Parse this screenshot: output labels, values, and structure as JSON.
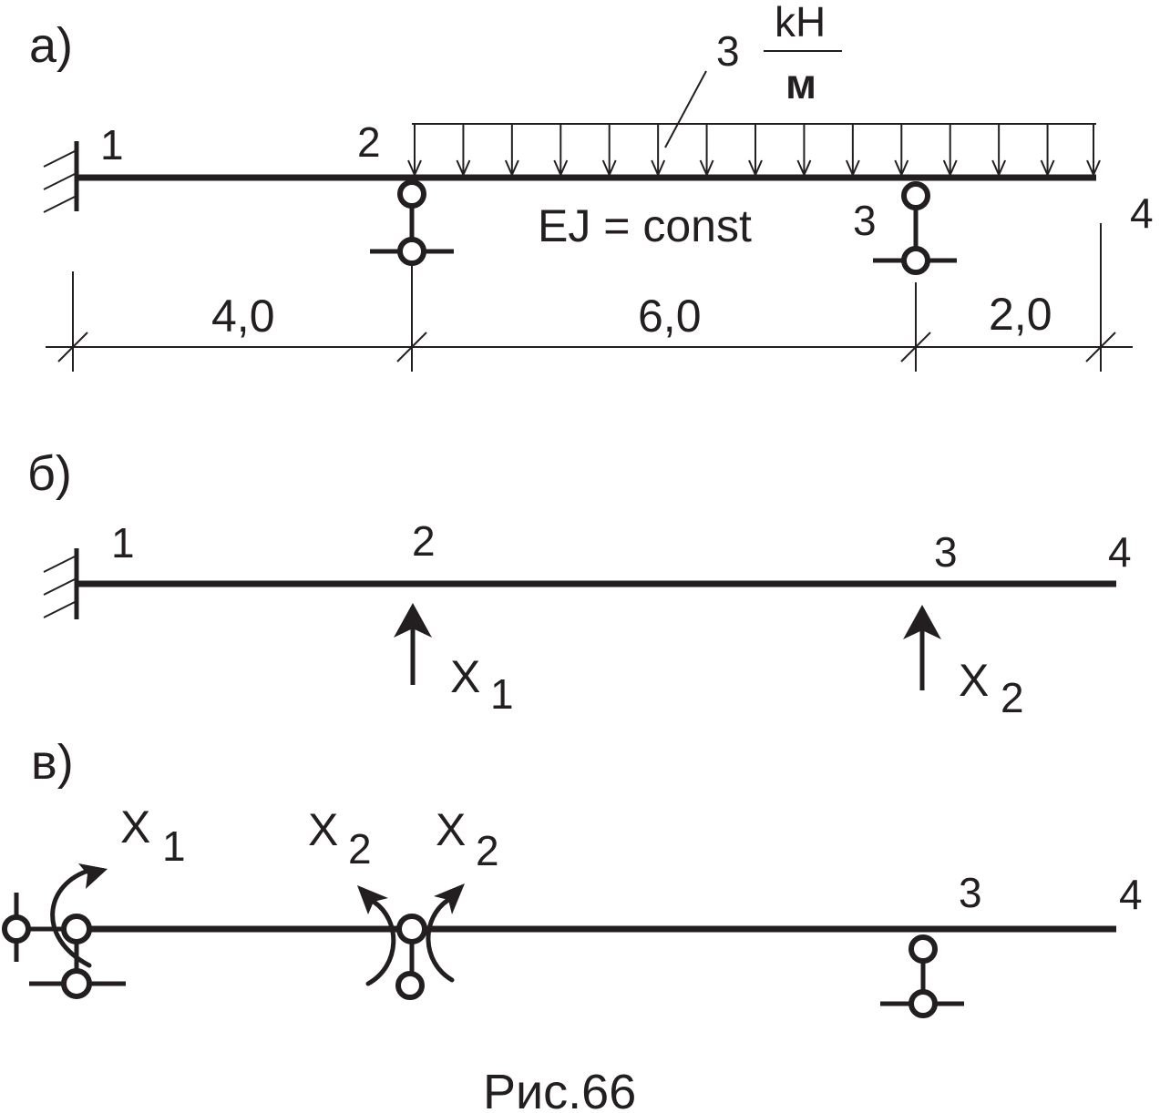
{
  "colors": {
    "ink": "#231f20",
    "background": "#ffffff"
  },
  "panel_a": {
    "label": "а)",
    "node_1": "1",
    "node_2": "2",
    "node_3": "3",
    "node_4": "4",
    "load_value": "3",
    "load_unit_num": "kH",
    "load_unit_den": "м",
    "stiffness": "EJ = const",
    "dim_1": "4,0",
    "dim_2": "6,0",
    "dim_3": "2,0"
  },
  "panel_b": {
    "label": "б)",
    "node_1": "1",
    "node_2": "2",
    "node_3": "3",
    "node_4": "4",
    "x1_letter": "X",
    "x1_sub": "1",
    "x2_letter": "X",
    "x2_sub": "2"
  },
  "panel_c": {
    "label": "в)",
    "x1_letter": "X",
    "x1_sub": "1",
    "x2_left_letter": "X",
    "x2_left_sub": "2",
    "x2_right_letter": "X",
    "x2_right_sub": "2",
    "node_3": "3",
    "node_4": "4"
  },
  "caption": "Рис.66"
}
